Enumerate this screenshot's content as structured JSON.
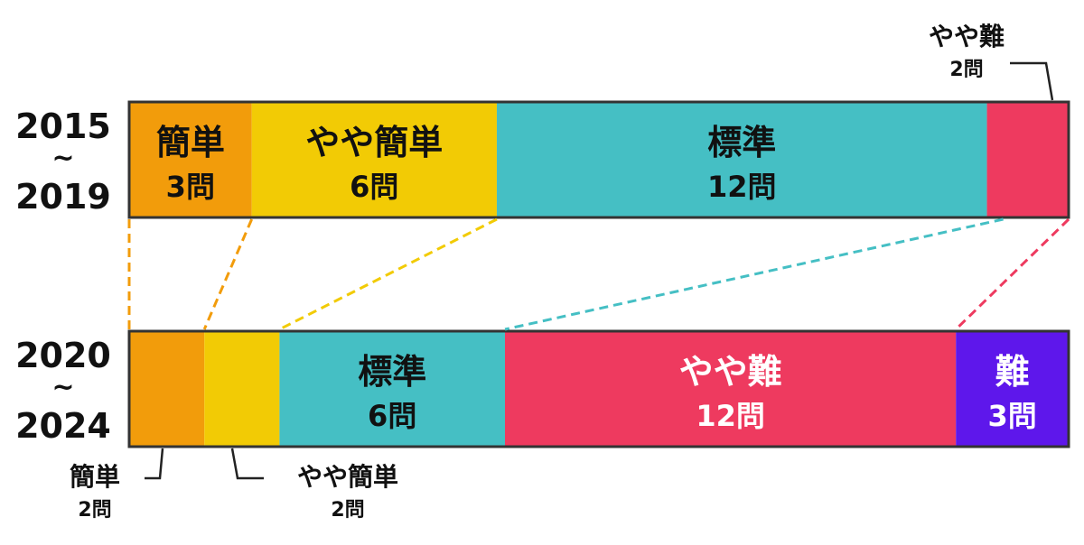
{
  "chart_data": {
    "type": "bar",
    "stacked": true,
    "orientation": "horizontal",
    "unit": "問",
    "rows": [
      {
        "period_start": "2015",
        "period_sep": "~",
        "period_end": "2019",
        "segments": [
          {
            "name": "簡単",
            "value": 3,
            "label": "3問",
            "color": "#F29C0B"
          },
          {
            "name": "やや簡単",
            "value": 6,
            "label": "6問",
            "color": "#F2CB05"
          },
          {
            "name": "標準",
            "value": 12,
            "label": "12問",
            "color": "#45BFC4"
          },
          {
            "name": "やや難",
            "value": 2,
            "label": "2問",
            "color": "#EE3A5F",
            "external": "top"
          }
        ]
      },
      {
        "period_start": "2020",
        "period_sep": "~",
        "period_end": "2024",
        "segments": [
          {
            "name": "簡単",
            "value": 2,
            "label": "2問",
            "color": "#F29C0B",
            "external": "bottom"
          },
          {
            "name": "やや簡単",
            "value": 2,
            "label": "2問",
            "color": "#F2CB05",
            "external": "bottom"
          },
          {
            "name": "標準",
            "value": 6,
            "label": "6問",
            "color": "#45BFC4"
          },
          {
            "name": "やや難",
            "value": 12,
            "label": "12問",
            "color": "#EE3A5F",
            "text_color": "#FFFFFF"
          },
          {
            "name": "難",
            "value": 3,
            "label": "3問",
            "color": "#5E17EB",
            "text_color": "#FFFFFF"
          }
        ]
      }
    ]
  }
}
